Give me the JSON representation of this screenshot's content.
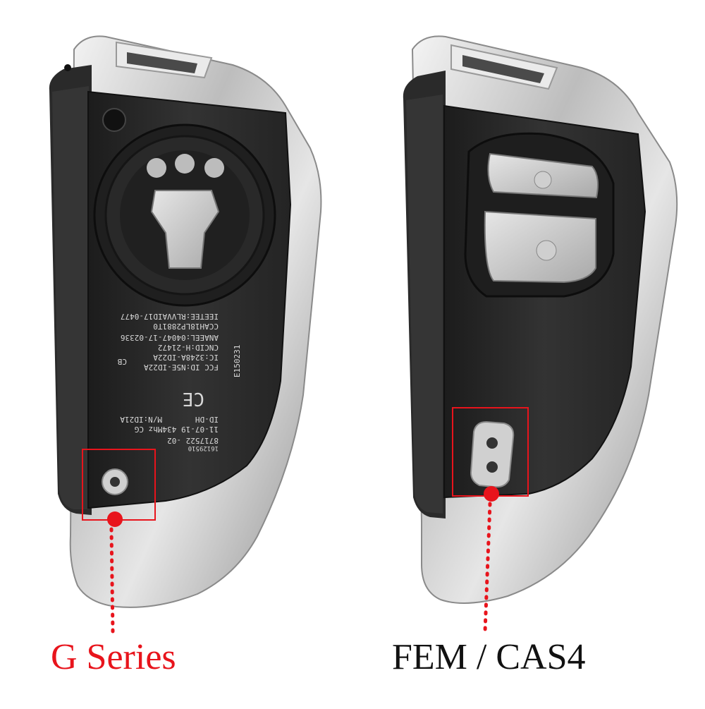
{
  "captions": {
    "left": "G Series",
    "right": "FEM / CAS4"
  },
  "label_text": {
    "lines": [
      "IEETEE:RLVVAID17-0477",
      "CCAH18LP2881T0",
      "ANAEEL:04047-17-02336",
      "CNCID:H-21472",
      "IC:3248A-ID22A",
      "FCC ID:N5E-ID22A",
      "CB",
      "E150231",
      "CE",
      "ID-DH",
      "M/N:ID21A",
      "11-07-19 434Mhz CG",
      "8717522 -02",
      "16129510"
    ]
  },
  "colors": {
    "caption_left": "#e8141c",
    "caption_right": "#111111",
    "marker": "#e8141c",
    "housing": "#2b2b2b",
    "chrome": "#c9c9c9"
  }
}
